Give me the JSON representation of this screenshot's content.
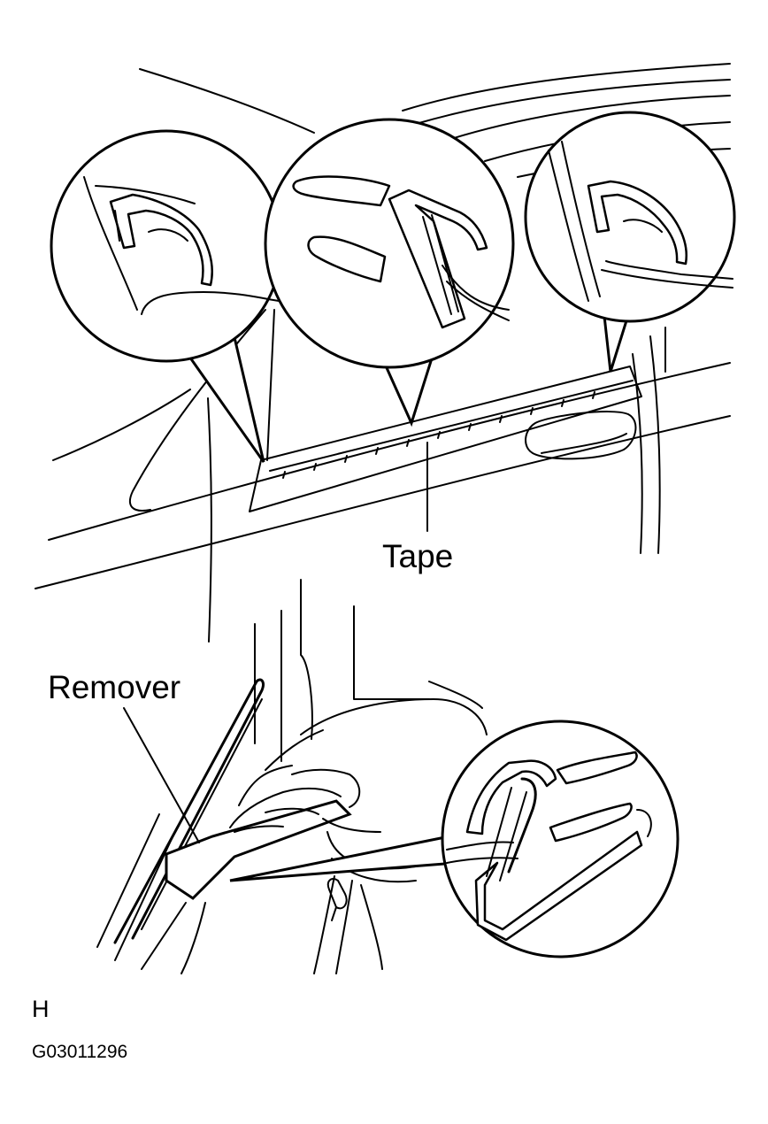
{
  "labels": {
    "tape": "Tape",
    "remover": "Remover",
    "view_letter": "H",
    "figure_code": "G03011296"
  },
  "colors": {
    "line": "#000000",
    "background": "#ffffff"
  }
}
